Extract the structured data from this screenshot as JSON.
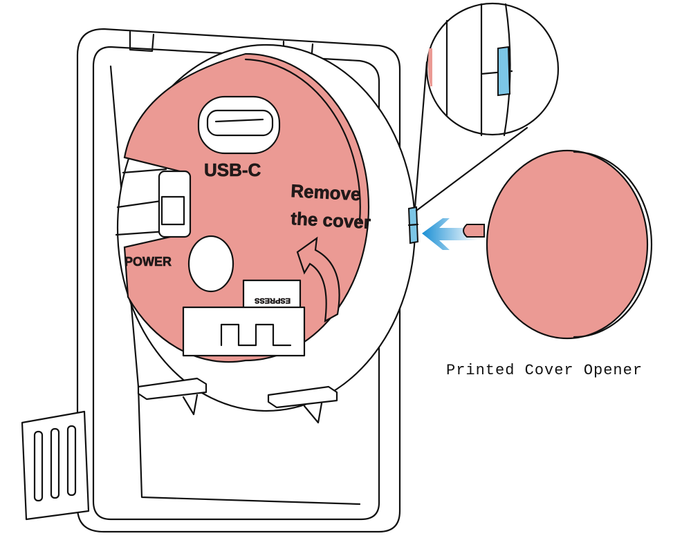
{
  "diagram": {
    "labels": {
      "usb_c": "USB-C",
      "remove_line1": "Remove",
      "remove_line2": "the cover",
      "power": "POWER",
      "module_text": "ESPRESS",
      "caption": "Printed Cover Opener"
    },
    "colors": {
      "cover_pink": "#eb9a94",
      "clip_blue": "#7cc6e6",
      "arrow_blue": "#1a8fd4",
      "line": "#111111"
    }
  }
}
